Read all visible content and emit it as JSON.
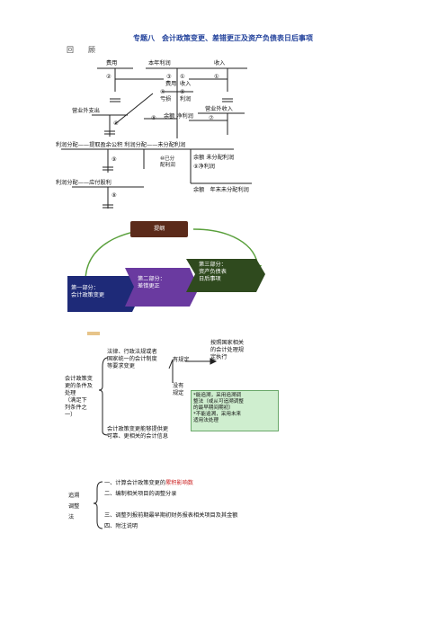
{
  "page": {
    "title": "专题八　会计政策变更、差错更正及资产负债表日后事项",
    "review": "回　顾"
  },
  "diagram1": {
    "t_expense": "费用",
    "t_profit_year": "本年利润",
    "t_income": "收入",
    "n2": "②",
    "n1": "①",
    "n3": "③",
    "n4": "④",
    "n5": "⑤",
    "n6": "⑥",
    "n7": "⑦",
    "n8": "⑧",
    "n9": "⑨",
    "lbl_expense": "费用",
    "lbl_income": "收入",
    "lbl_loss": "亏损",
    "lbl_profit": "利润",
    "lbl_nonop_exp": "营业外支出",
    "lbl_nonop_inc": "营业外收入",
    "lbl_balance_net": "余额 净利润",
    "lbl_dist_row": "利润分配——提取盈余公积 利润分配——未分配利润",
    "lbl_bal_undist": "余额 未分配利润",
    "lbl_net_profit": "⑨净利润",
    "lbl_dividend_payable_note": "⑩已分\n配利润",
    "lbl_dist_payable": "利润分配——应付股利",
    "lbl_bal_year_end": "余额　年末未分配利润"
  },
  "diagram2": {
    "header": "提纲",
    "part1": "第一部分：\n会计政策变更",
    "part2": "第二部分：\n差错更正",
    "part3": "第三部分：\n资产负债表\n日后事项"
  },
  "diagram3": {
    "condition": "会计政策变\n更的条件及\n处理\n（满足下\n列条件之\n一）",
    "law": "法律、行政法规或者\n国家统一的会计制度\n等要求变更",
    "has_rule": "有规定",
    "per_rule": "按照国家相关\n的会计处理规\n定执行",
    "no_rule": "没有\n规定",
    "green_note": "*能追溯，采用追溯调\n整法（或从可追溯调整\n的最早期间期初）\n*不能追溯，采用未来\n适用法处理",
    "reliable": "会计政策变更能够提供更\n可靠、更相关的会计信息"
  },
  "diagram4": {
    "left": "追溯\n调整\n法",
    "s1_prefix": "一、计算会计政策变更的",
    "s1_red": "累积影响数",
    "s2": "二、编制相关项目的调整分录",
    "s3": "三、调整列报前期最早期初财务报表相关项目及其金额",
    "s4": "四、附注说明"
  },
  "colors": {
    "title_blue": "#1f3f9a",
    "navy": "#1e2a78",
    "purple": "#6a3aa0",
    "dark_green": "#2f4a1e",
    "header_brown": "#5b2a1a",
    "green_arc": "#5aa03c",
    "red": "#cc2222"
  }
}
